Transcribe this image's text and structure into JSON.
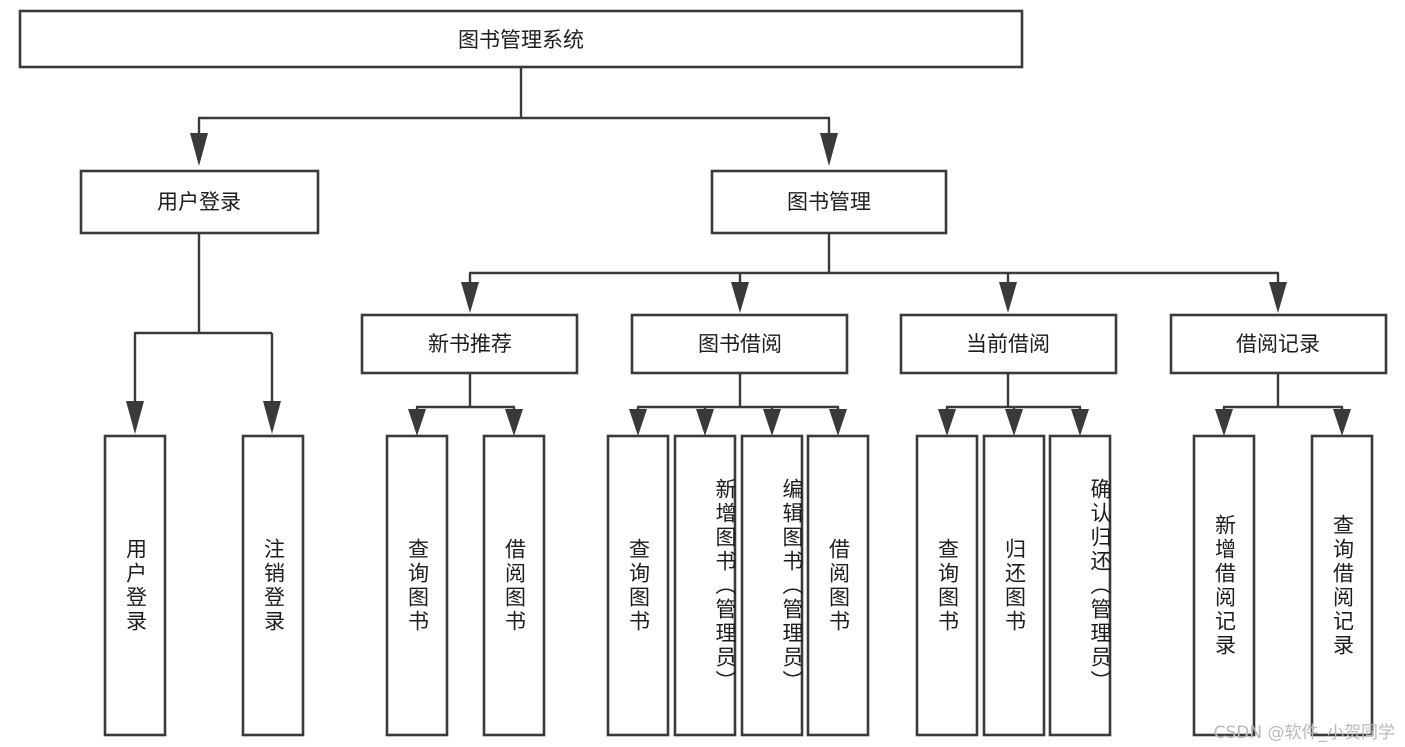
{
  "diagram": {
    "title": "图书管理系统",
    "type": "tree-hierarchy-functional-decomposition",
    "root": {
      "label": "图书管理系统"
    },
    "level1": [
      {
        "label": "用户登录"
      },
      {
        "label": "图书管理"
      }
    ],
    "level2": [
      {
        "label": "新书推荐"
      },
      {
        "label": "图书借阅"
      },
      {
        "label": "当前借阅"
      },
      {
        "label": "借阅记录"
      }
    ],
    "leaves": {
      "user_login": [
        {
          "label": "用户登录"
        },
        {
          "label": "注销登录"
        }
      ],
      "new_book_recommend": [
        {
          "label": "查询图书"
        },
        {
          "label": "借阅图书"
        }
      ],
      "book_borrow": [
        {
          "label": "查询图书"
        },
        {
          "label": "新增图书（管理员）"
        },
        {
          "label": "编辑图书（管理员）"
        },
        {
          "label": "借阅图书"
        }
      ],
      "current_borrow": [
        {
          "label": "查询图书"
        },
        {
          "label": "归还图书"
        },
        {
          "label": "确认归还（管理员）"
        }
      ],
      "borrow_record": [
        {
          "label": "新增借阅记录"
        },
        {
          "label": "查询借阅记录"
        }
      ]
    }
  },
  "watermark": {
    "text": "CSDN @软件_小贺同学"
  },
  "colors": {
    "stroke": "#3a3a3a",
    "box_fill": "#ffffff",
    "text": "#1d1d1d",
    "watermark": "#b9b9b9",
    "background": "#ffffff"
  }
}
